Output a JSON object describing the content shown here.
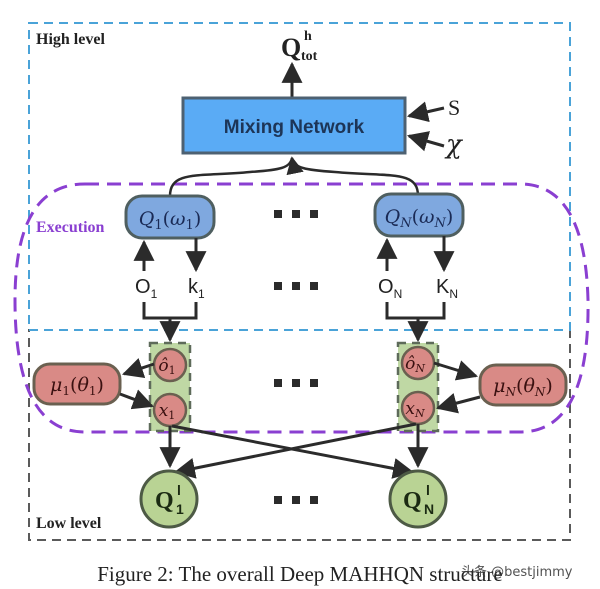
{
  "figure": {
    "caption": "Figure 2: The overall Deep MAHHQN structure",
    "watermark": "头条 @bestjimmy"
  },
  "regions": {
    "high_level": {
      "label": "High level",
      "color": "#4aa3d8"
    },
    "low_level": {
      "label": "Low level",
      "color": "#555555"
    },
    "execution": {
      "label": "Execution",
      "color": "#8a3fd1"
    }
  },
  "mixing": {
    "label": "Mixing Network",
    "output_base": "Q",
    "output_sup": "h",
    "output_sub": "tot",
    "inputs": [
      "S",
      "χ"
    ],
    "fill": "#5aabf5"
  },
  "agents": [
    {
      "q_label": "Q",
      "q_sub": "1",
      "q_param": "ω",
      "obs_label": "O",
      "obs_sub": "1",
      "k_label": "k",
      "k_sub": "1",
      "obs_hat": "ô",
      "x_label": "x",
      "node_sub": "1",
      "mu_label": "μ",
      "mu_param": "θ",
      "low_q_base": "Q",
      "low_q_sup": "l",
      "low_q_sub": "1"
    },
    {
      "q_label": "Q",
      "q_sub": "N",
      "q_param": "ω",
      "obs_label": "O",
      "obs_sub": "N",
      "k_label": "K",
      "k_sub": "N",
      "obs_hat": "ô",
      "x_label": "x",
      "node_sub": "N",
      "mu_label": "μ",
      "mu_param": "θ",
      "low_q_base": "Q",
      "low_q_sup": "l",
      "low_q_sub": "N"
    }
  ],
  "ellipsis": "■ ■ ■",
  "colors": {
    "q_node_fill": "#7fa8df",
    "red_node_fill": "#d98a86",
    "green_fill": "#bfd8a4",
    "green_node_fill": "#b9d394",
    "stroke_dark": "#333333",
    "node_border": "#5e6b5a"
  }
}
